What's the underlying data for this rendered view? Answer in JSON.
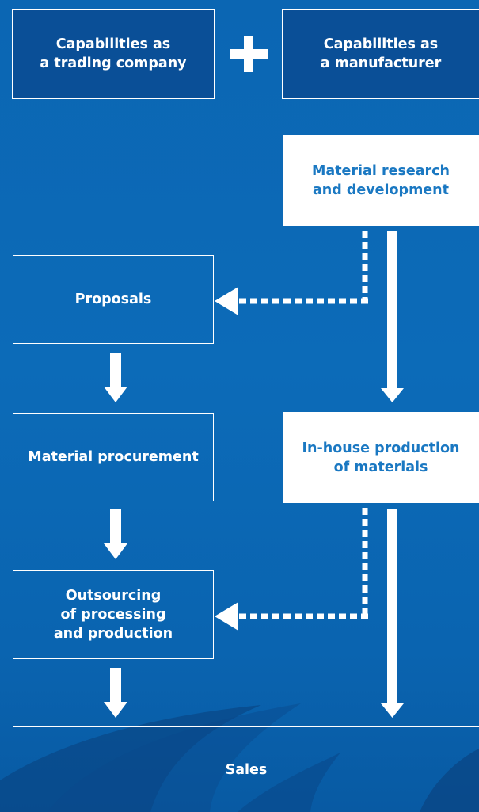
{
  "diagram": {
    "top_left": "Capabilities as\na trading company",
    "top_right": "Capabilities as\na manufacturer",
    "research": "Material research\nand development",
    "proposals": "Proposals",
    "procurement": "Material procurement",
    "inhouse": "In-house production\nof materials",
    "outsourcing": "Outsourcing\nof processing\nand production",
    "sales": "Sales"
  },
  "colors": {
    "background": "#0b66b3",
    "dark_box": "#0a4f97",
    "accent_text": "#1a78c2",
    "white": "#ffffff"
  }
}
